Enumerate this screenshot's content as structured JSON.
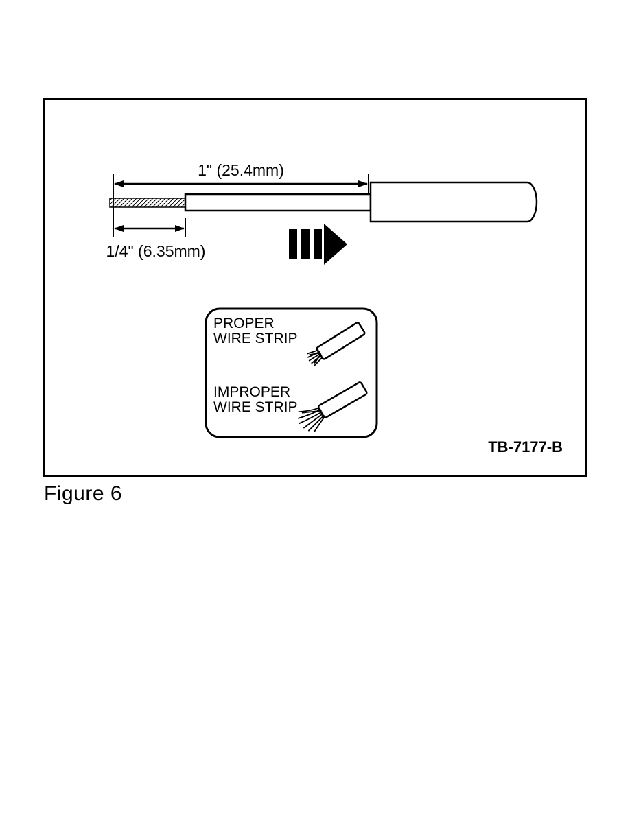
{
  "figure": {
    "dim1_label": "1\" (25.4mm)",
    "dim2_label": "1/4\" (6.35mm)",
    "box": {
      "proper_line1": "PROPER",
      "proper_line2": "WIRE STRIP",
      "improper_line1": "IMPROPER",
      "improper_line2": "WIRE STRIP"
    },
    "part_number": "TB-7177-B",
    "caption": "Figure 6"
  },
  "colors": {
    "line": "#000000",
    "background": "#ffffff"
  }
}
